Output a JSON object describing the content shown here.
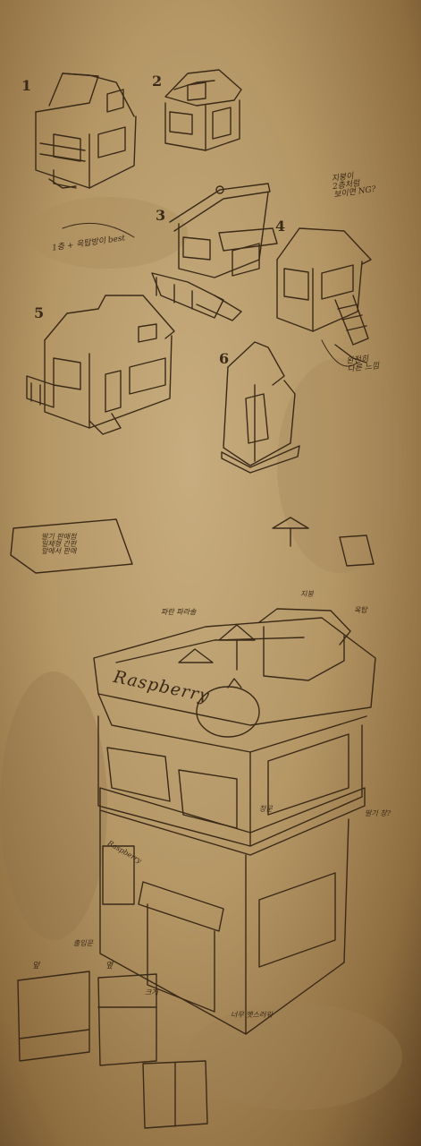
{
  "sheet": {
    "background": "#b99b69",
    "ink": "#3b2a18",
    "sign_text": "Raspberry",
    "plaque_text": "Raspberry",
    "numbers": [
      "1",
      "2",
      "3",
      "4",
      "5",
      "6"
    ],
    "notes": {
      "n1": "1층 + 옥탑방이 best",
      "n2": "지붕이\n2층처럼\n보이면 NG?",
      "n3": "완전히\n다른 느낌",
      "n4": "딸기 판매점\n일체형 간판\n앞에서 판매",
      "n5": "파란 파라솔",
      "n6": "지붕",
      "n7": "옥탑",
      "n8": "창문",
      "n9": "출입문",
      "n10": "앞",
      "n11": "옆",
      "n12": "크게",
      "n13": "딸기 창?",
      "n14": "너무 옛스러워"
    }
  }
}
